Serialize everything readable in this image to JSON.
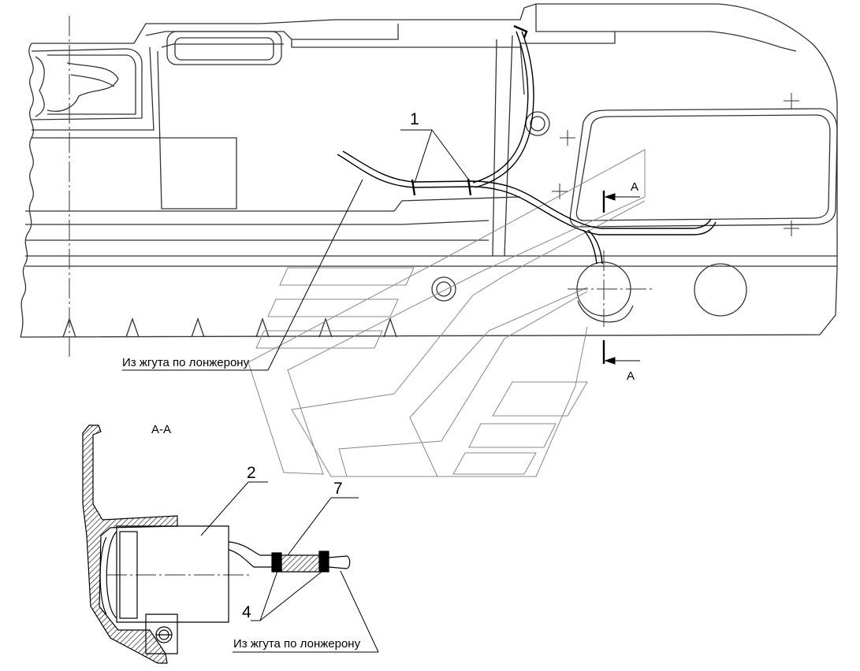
{
  "labels": {
    "callout_1": "1",
    "callout_2": "2",
    "callout_7": "7",
    "callout_4": "4",
    "section_mark_top": "A",
    "section_mark_bottom": "A",
    "section_title": "А-А",
    "harness_note_top": "Из жгута по лонжерону",
    "harness_note_bottom": "Из жгута по лонжерону"
  }
}
